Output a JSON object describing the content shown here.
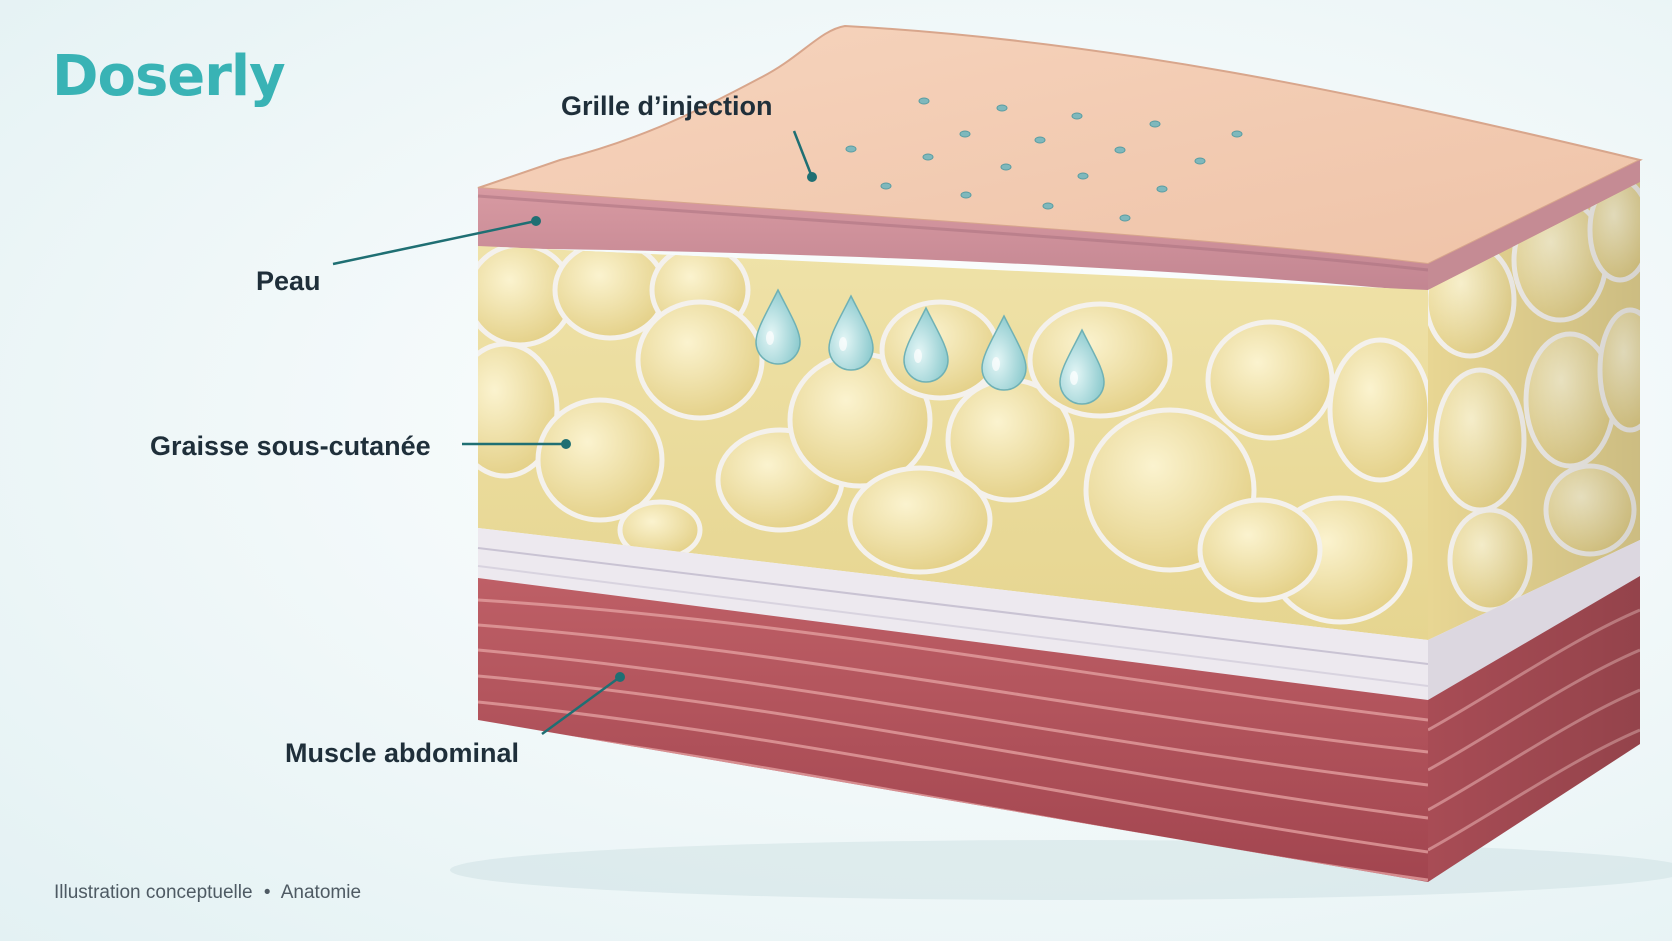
{
  "brand": {
    "name": "Doserly",
    "color": "#39b3b5"
  },
  "labels": {
    "injection_grid": "Grille d’injection",
    "skin": "Peau",
    "fat": "Graisse sous-cutanée",
    "muscle": "Muscle abdominal"
  },
  "footer": {
    "caption": "Illustration conceptuelle",
    "separator": "•",
    "category": "Anatomie"
  },
  "colors": {
    "skin_surface": "#f3cbb0",
    "dermis": "#c98f9a",
    "fat": "#f1e4a6",
    "fascia": "#ece8f0",
    "muscle": "#b4545c",
    "leader": "#1f6f73",
    "droplet": "#a9dcdf"
  }
}
